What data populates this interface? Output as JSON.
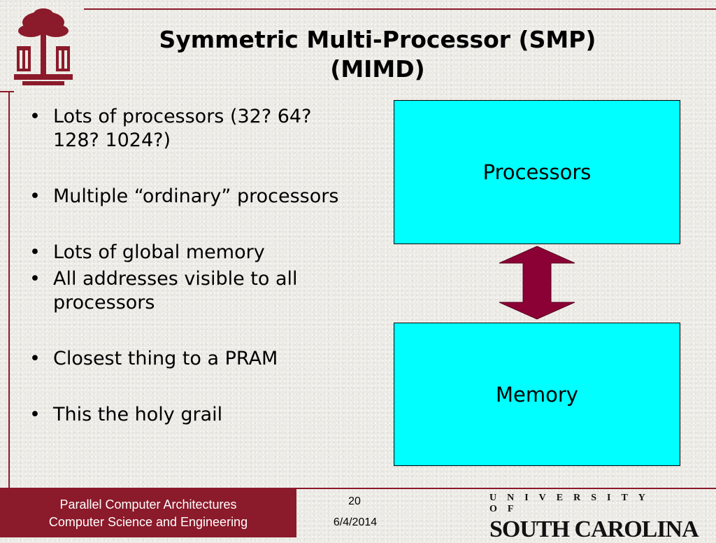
{
  "title": {
    "line1": "Symmetric Multi-Processor (SMP)",
    "line2": "(MIMD)"
  },
  "bullets": [
    "Lots of processors (32? 64? 128? 1024?)",
    "Multiple “ordinary” processors",
    "Lots of global memory",
    "All addresses visible to all processors",
    "Closest thing to a PRAM",
    "This the holy grail"
  ],
  "diagram": {
    "top_box": "Processors",
    "bottom_box": "Memory",
    "box_color": "#00ffff",
    "arrow_color": "#8b0035"
  },
  "footer": {
    "line1": "Parallel Computer Architectures",
    "line2": "Computer Science and Engineering",
    "page_number": "20",
    "date": "6/4/2014",
    "university_top": "UNIVERSITY OF",
    "university_bottom": "SOUTH CAROLINA"
  },
  "colors": {
    "accent": "#8b1a2a"
  },
  "icons": {
    "logo": "palmetto-tree-logo"
  }
}
